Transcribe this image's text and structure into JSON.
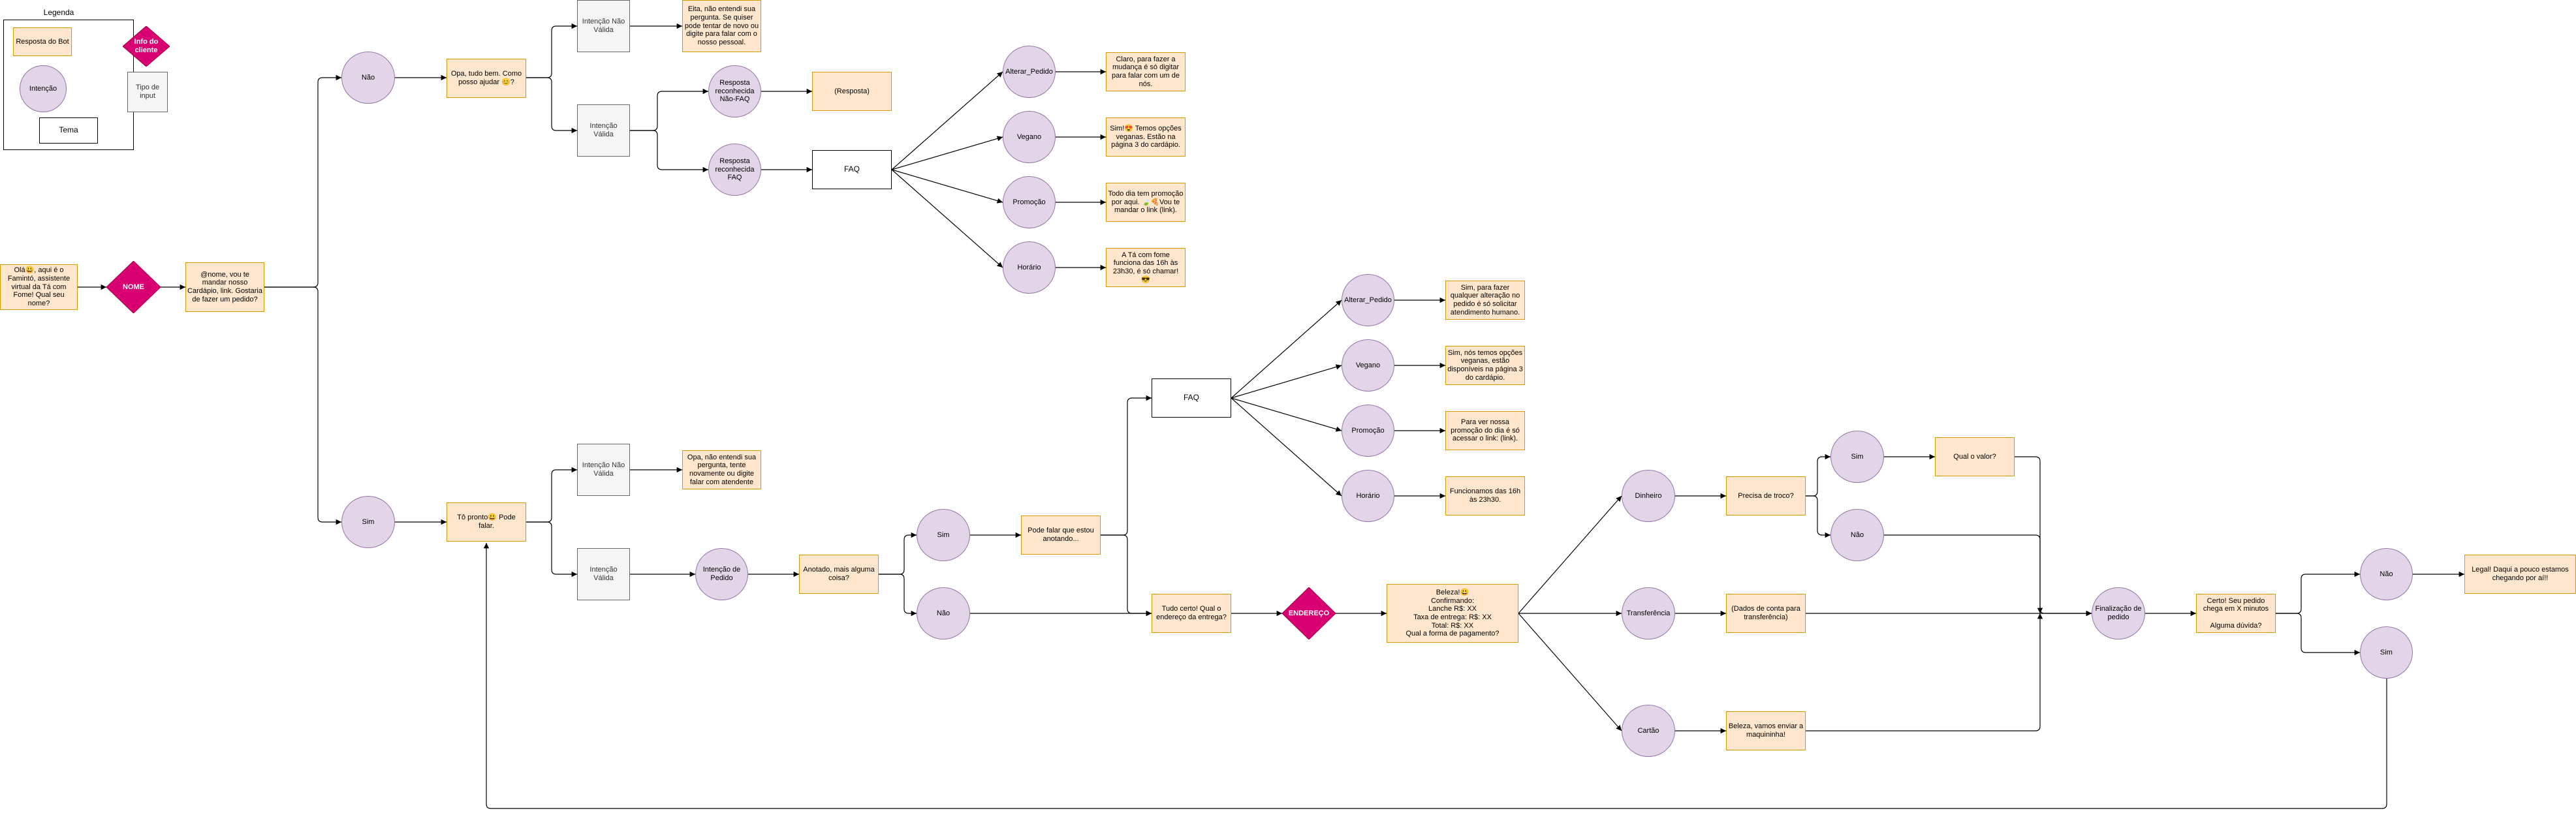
{
  "legend": {
    "title": "Legenda",
    "bot": "Resposta do Bot",
    "client": "Info do cliente",
    "intent": "Intenção",
    "input": "Tipo de input",
    "theme": "Tema"
  },
  "nodes": {
    "greeting": "Olá😃, aqui é o Famintó, assistente virtual da Tá com Fome! Qual seu nome?",
    "nome": "NOME",
    "ask_order": "@nome, vou te mandar nosso Cardápio, link. Gostaria de fazer um pedido?",
    "nao": "Não",
    "sim": "Sim",
    "opa_tudo_bem": "Opa, tudo bem. Como posso ajudar 😊?",
    "top_invalid": "Intenção Não Válida",
    "top_invalid_resp": "Eita, não entendi sua pergunta. Se quiser pode tentar de novo ou digite para falar com o nosso pessoal.",
    "top_valid": "Intenção Válida",
    "nonfaq_intent": "Resposta reconhecida Não-FAQ",
    "nonfaq_resp": "(Resposta)",
    "faq_intent": "Resposta reconhecida FAQ",
    "faq1": "FAQ",
    "alterar1": "Alterar_Pedido",
    "alterar1_resp": "Claro, para fazer a mudança é só digitar para falar com um de nós.",
    "vegano1": "Vegano",
    "vegano1_resp": "Sim!😍 Temos opções veganas. Estão na página 3 do cardápio.",
    "promo1": "Promoção",
    "promo1_resp": "Todo dia tem promoção por aqui. 🍃🍕Vou te mandar o link (link).",
    "horario1": "Horário",
    "horario1_resp": "A Tá com fome funciona das 16h às 23h30, é só chamar! 😎",
    "to_pronto": "Tô pronto😃 Pode falar.",
    "bot_invalid": "Intenção Não Válida",
    "bot_invalid_resp": "Opa, não entendi sua pergunta, tente novamente ou digite falar com atendente",
    "bot_valid": "Intenção Válida",
    "intencao_pedido": "Intenção de Pedido",
    "anotado": "Anotado, mais alguma coisa?",
    "mais_sim": "Sim",
    "mais_nao": "Não",
    "pode_falar": "Pode falar que estou anotando...",
    "faq2": "FAQ",
    "alterar2": "Alterar_Pedido",
    "alterar2_resp": "Sim, para fazer qualquer alteração no pedido é só solicitar atendimento humano.",
    "vegano2": "Vegano",
    "vegano2_resp": "Sim, nós temos opções veganas, estão disponíveis na página 3 do cardápio.",
    "promo2": "Promoção",
    "promo2_resp": "Para ver nossa promoção do dia é só acessar o link: (link).",
    "horario2": "Horário",
    "horario2_resp": "Funcionamos das 16h às 23h30.",
    "tudo_certo": "Tudo certo! Qual o endereço da entrega?",
    "endereco": "ENDEREÇO",
    "beleza": "Beleza!😃\nConfirmando:\nLanche R$: XX\nTaxa de entrega: R$: XX\nTotal: R$: XX\nQual a forma de pagamento?",
    "dinheiro": "Dinheiro",
    "troco": "Precisa de troco?",
    "troco_sim": "Sim",
    "qual_valor": "Qual o valor?",
    "troco_nao": "Não",
    "transferencia": "Transferência",
    "dados_conta": "(Dados de conta para transferência)",
    "cartao": "Cartão",
    "maquininha": "Beleza, vamos enviar a maquininha!",
    "finalizacao": "Finalização de pedido",
    "certo_pedido": "Certo! Seu pedido chega em X minutos\n\nAlguma dúvida?",
    "fim_nao": "Não",
    "fim_sim": "Sim",
    "legal": "Legal! Daqui a pouco estamos chegando por aí!!"
  },
  "colors": {
    "bot_fill": "#ffe6cc",
    "bot_stroke": "#d79b00",
    "intent_fill": "#e1d5e7",
    "intent_stroke": "#9673a6",
    "input_fill": "#f5f5f5",
    "input_stroke": "#666666",
    "client_fill": "#d80073"
  }
}
